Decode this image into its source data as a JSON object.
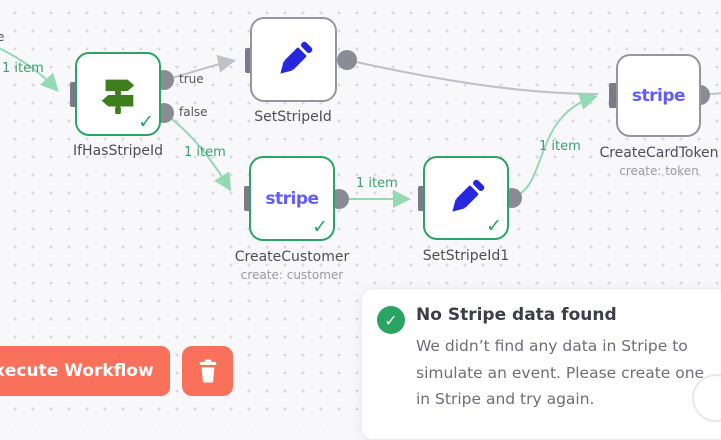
{
  "canvas": {
    "item_label": "1 item",
    "true_label": "true",
    "false_label": "false",
    "edge_fragment": "e"
  },
  "nodes": {
    "if": {
      "name": "IfHasStripeId"
    },
    "set1": {
      "name": "SetStripeId"
    },
    "customer": {
      "name": "CreateCustomer",
      "subtitle": "create: customer",
      "logo": "stripe"
    },
    "set2": {
      "name": "SetStripeId1"
    },
    "token": {
      "name": "CreateCardToken",
      "subtitle": "create: token",
      "logo": "stripe"
    }
  },
  "toast": {
    "title": "No Stripe data found",
    "message": "We didn’t find any data in Stripe to simulate an event. Please create one in Stripe and try again."
  },
  "footer": {
    "execute_button": "Execute Workflow"
  },
  "marks": {
    "check": "✓"
  },
  "colors": {
    "accent": "#f9705b",
    "success": "#2aa363",
    "stripe_purple": "#635bff",
    "pencil_blue": "#2626df",
    "if_icon_green": "#3f7e1e",
    "edge_green": "#93d9b1",
    "edge_gray": "#c0c0c8"
  }
}
